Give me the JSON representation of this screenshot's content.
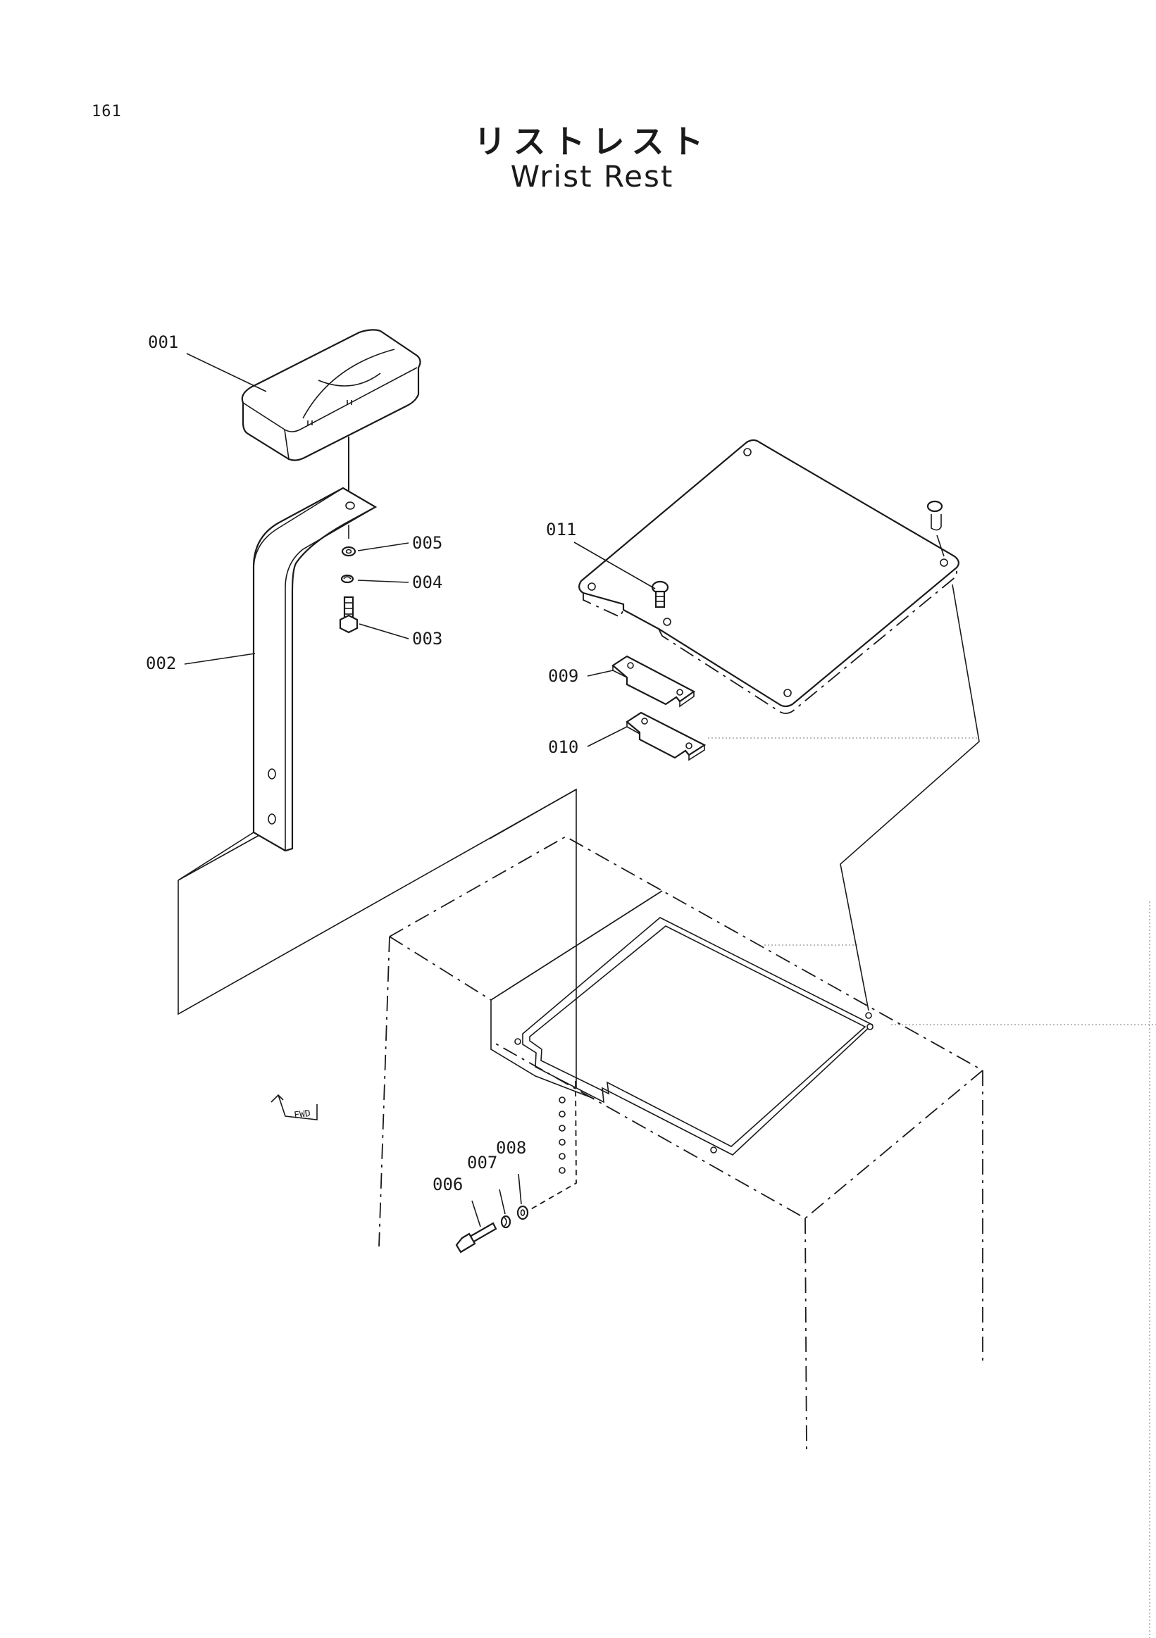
{
  "page": {
    "number": "161",
    "title_jp": "リストレスト",
    "title_en": "Wrist Rest"
  },
  "callouts": [
    {
      "id": "001",
      "label": "001"
    },
    {
      "id": "002",
      "label": "002"
    },
    {
      "id": "003",
      "label": "003"
    },
    {
      "id": "004",
      "label": "004"
    },
    {
      "id": "005",
      "label": "005"
    },
    {
      "id": "006",
      "label": "006"
    },
    {
      "id": "007",
      "label": "007"
    },
    {
      "id": "008",
      "label": "008"
    },
    {
      "id": "009",
      "label": "009"
    },
    {
      "id": "010",
      "label": "010"
    },
    {
      "id": "011",
      "label": "011"
    }
  ],
  "fwd_label": "FWD",
  "colors": {
    "ink": "#1a1a1a",
    "background": "#ffffff"
  }
}
